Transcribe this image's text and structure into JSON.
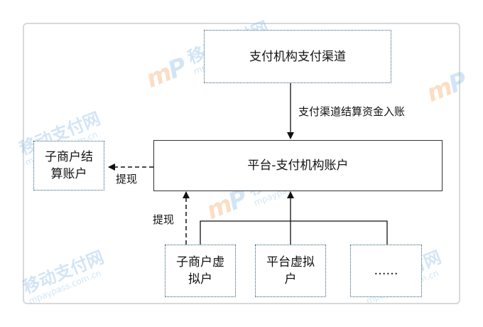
{
  "nodes": {
    "channel": "支付机构支付渠道",
    "platform_account": "平台-支付机构账户",
    "sub_merchant_settlement": "子商户结\n算账户",
    "sub_merchant_virtual": "子商户虚\n拟户",
    "platform_virtual": "平台虚拟\n户",
    "more": "……"
  },
  "edges": {
    "channel_to_platform": "支付渠道结算资金入账",
    "withdraw_to_settlement": "提现",
    "withdraw_from_virtual": "提现"
  },
  "watermark": {
    "logo_left": "m",
    "logo_right": "P",
    "text_cn": "移动支付网",
    "text_url": "mpaypass.com.cn"
  },
  "colors": {
    "dotted_border": "#2b5b7a",
    "solid_border": "#333333",
    "watermark_orange": "#f3a35c",
    "watermark_blue": "#7fb7e6"
  }
}
